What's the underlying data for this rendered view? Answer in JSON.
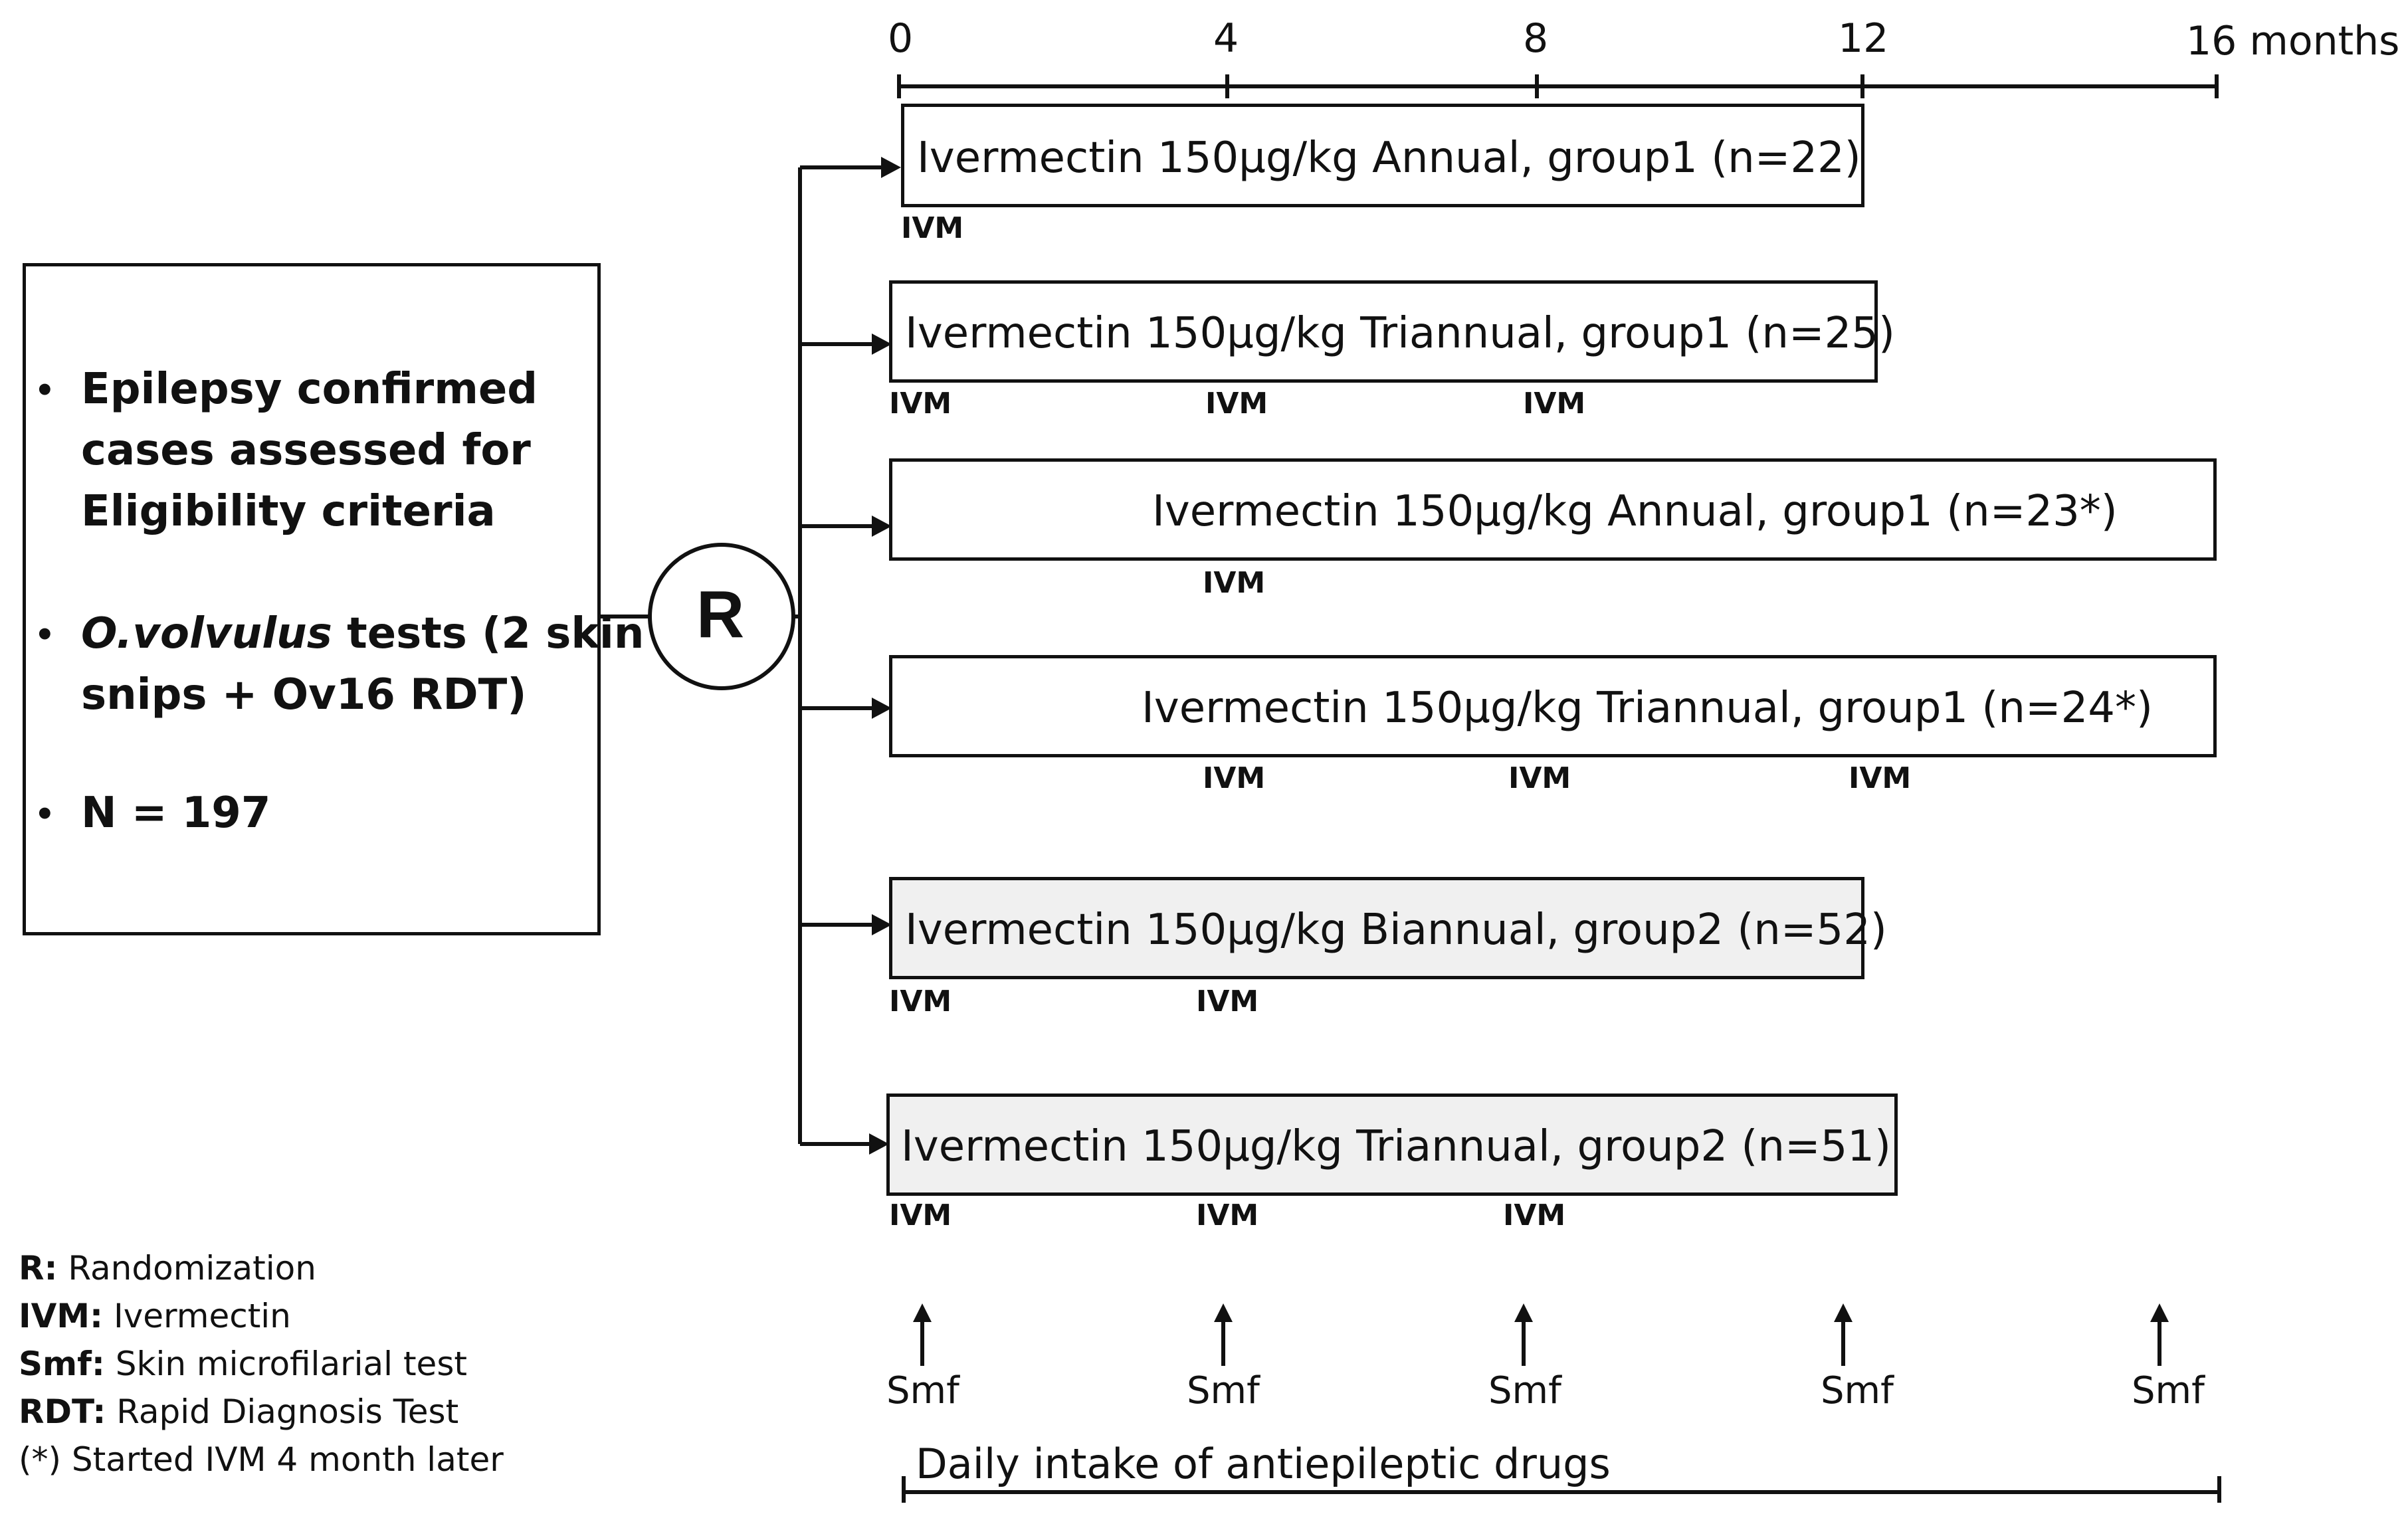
{
  "timeline": {
    "ticks": [
      "0",
      "4",
      "8",
      "12",
      "16 months"
    ]
  },
  "eligibility": {
    "items": [
      {
        "lines": [
          "Epilepsy confirmed",
          "cases  assessed for",
          "Eligibility criteria"
        ]
      },
      {
        "italic": "O.volvulus",
        "rest": " tests (2 skin",
        "line2": "snips + Ov16 RDT)"
      },
      {
        "lines": [
          "N = 197"
        ]
      }
    ]
  },
  "randomization": {
    "label": "R"
  },
  "arms": [
    {
      "label": "Ivermectin 150µg/kg  Annual, group1 (n=22)",
      "ivm": [
        "IVM"
      ]
    },
    {
      "label": "Ivermectin 150µg/kg Triannual, group1 (n=25)",
      "ivm": [
        "IVM",
        "IVM",
        "IVM"
      ]
    },
    {
      "label": "Ivermectin 150µg/kg  Annual, group1 (n=23*)",
      "ivm": [
        "IVM"
      ]
    },
    {
      "label": "Ivermectin 150µg/kg Triannual, group1 (n=24*)",
      "ivm": [
        "IVM",
        "IVM",
        "IVM"
      ]
    },
    {
      "label": "Ivermectin 150µg/kg Biannual, group2 (n=52)",
      "ivm": [
        "IVM",
        "IVM"
      ]
    },
    {
      "label": "Ivermectin 150µg/kg Triannual, group2 (n=51)",
      "ivm": [
        "IVM",
        "IVM",
        "IVM"
      ]
    }
  ],
  "smf": [
    "Smf",
    "Smf",
    "Smf",
    "Smf",
    "Smf"
  ],
  "daily_intake": "Daily intake of antiepileptic drugs",
  "legend": [
    {
      "key": "R:",
      "text": " Randomization"
    },
    {
      "key": "IVM:",
      "text": " Ivermectin"
    },
    {
      "key": "Smf:",
      "text": " Skin microfilarial test"
    },
    {
      "key": "RDT:",
      "text": " Rapid Diagnosis Test"
    },
    {
      "key": "",
      "text": "(*) Started  IVM 4 month later"
    }
  ],
  "colors": {
    "line": "#111111",
    "group2_fill": "#f0f0f0",
    "group1_fill": "#ffffff"
  }
}
